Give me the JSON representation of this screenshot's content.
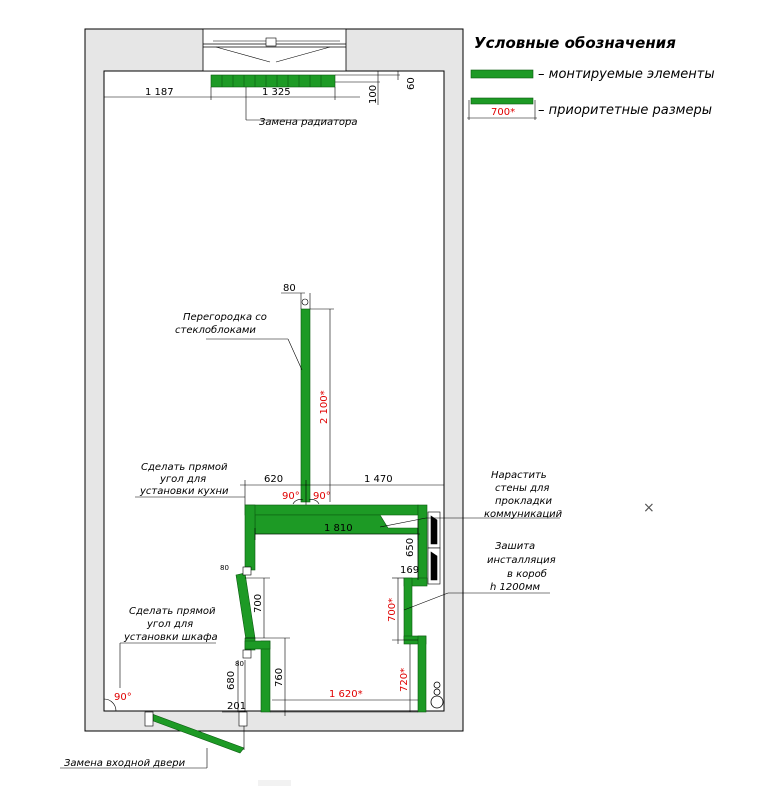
{
  "legend": {
    "title": "Условные обозначения",
    "item_mounted": "– монтируемые элементы",
    "item_priority": "– приоритетные размеры",
    "sample_value": "700*"
  },
  "colors": {
    "mounted": "#1d9a25",
    "priority": "#e00000",
    "outer_wall": "#e6e6e6"
  },
  "dims": {
    "d1187": "1 187",
    "d1325": "1 325",
    "d100": "100",
    "d60": "60",
    "d80": "80",
    "d2100": "2 100*",
    "d620": "620",
    "d1470": "1 470",
    "a90_left": "90°",
    "a90_right": "90°",
    "d1810": "1 810",
    "d650": "650",
    "d169": "169",
    "d700_right": "700*",
    "d700_left": "700",
    "d760": "760",
    "d680": "680",
    "d1620": "1 620*",
    "d720": "720*",
    "d201": "201",
    "a90_door": "90°",
    "d80_small1": "80",
    "d80_small2": "80"
  },
  "notes": {
    "radiator": "Замена радиатора",
    "partition": [
      "Перегородка со",
      "стеклоблоками"
    ],
    "kitchen": [
      "Сделать прямой",
      "угол для",
      "установки кухни"
    ],
    "grow_walls": [
      "Нарастить",
      "стены для",
      "прокладки",
      "коммуникаций"
    ],
    "sewing": [
      "Зашита",
      "инсталляция",
      "в короб",
      "h 1200мм"
    ],
    "closet": [
      "Сделать прямой",
      "угол для",
      "установки шкафа"
    ],
    "door": "Замена входной двери"
  },
  "close_glyph": "×"
}
